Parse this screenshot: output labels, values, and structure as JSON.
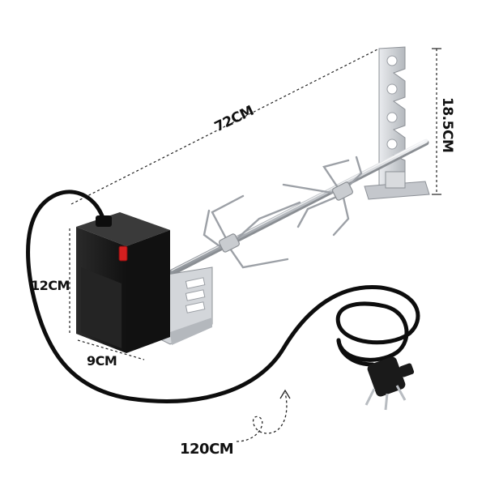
{
  "image": {
    "subject": "rotisserie-spit-kit",
    "background": "#ffffff"
  },
  "dimensions": {
    "spit_length": "72CM",
    "bracket_height": "18.5CM",
    "motor_height": "12CM",
    "motor_width": "9CM",
    "cable_length": "120CM"
  },
  "colors": {
    "motor_body": "#1b1b1b",
    "steel": "#c9ccd0",
    "cable": "#0d0d0d",
    "switch": "#d41f1f",
    "dim_line": "#222222"
  },
  "icons": {
    "plug": "plug-icon",
    "switch": "power-switch-icon",
    "arrow": "curved-arrow-icon"
  }
}
